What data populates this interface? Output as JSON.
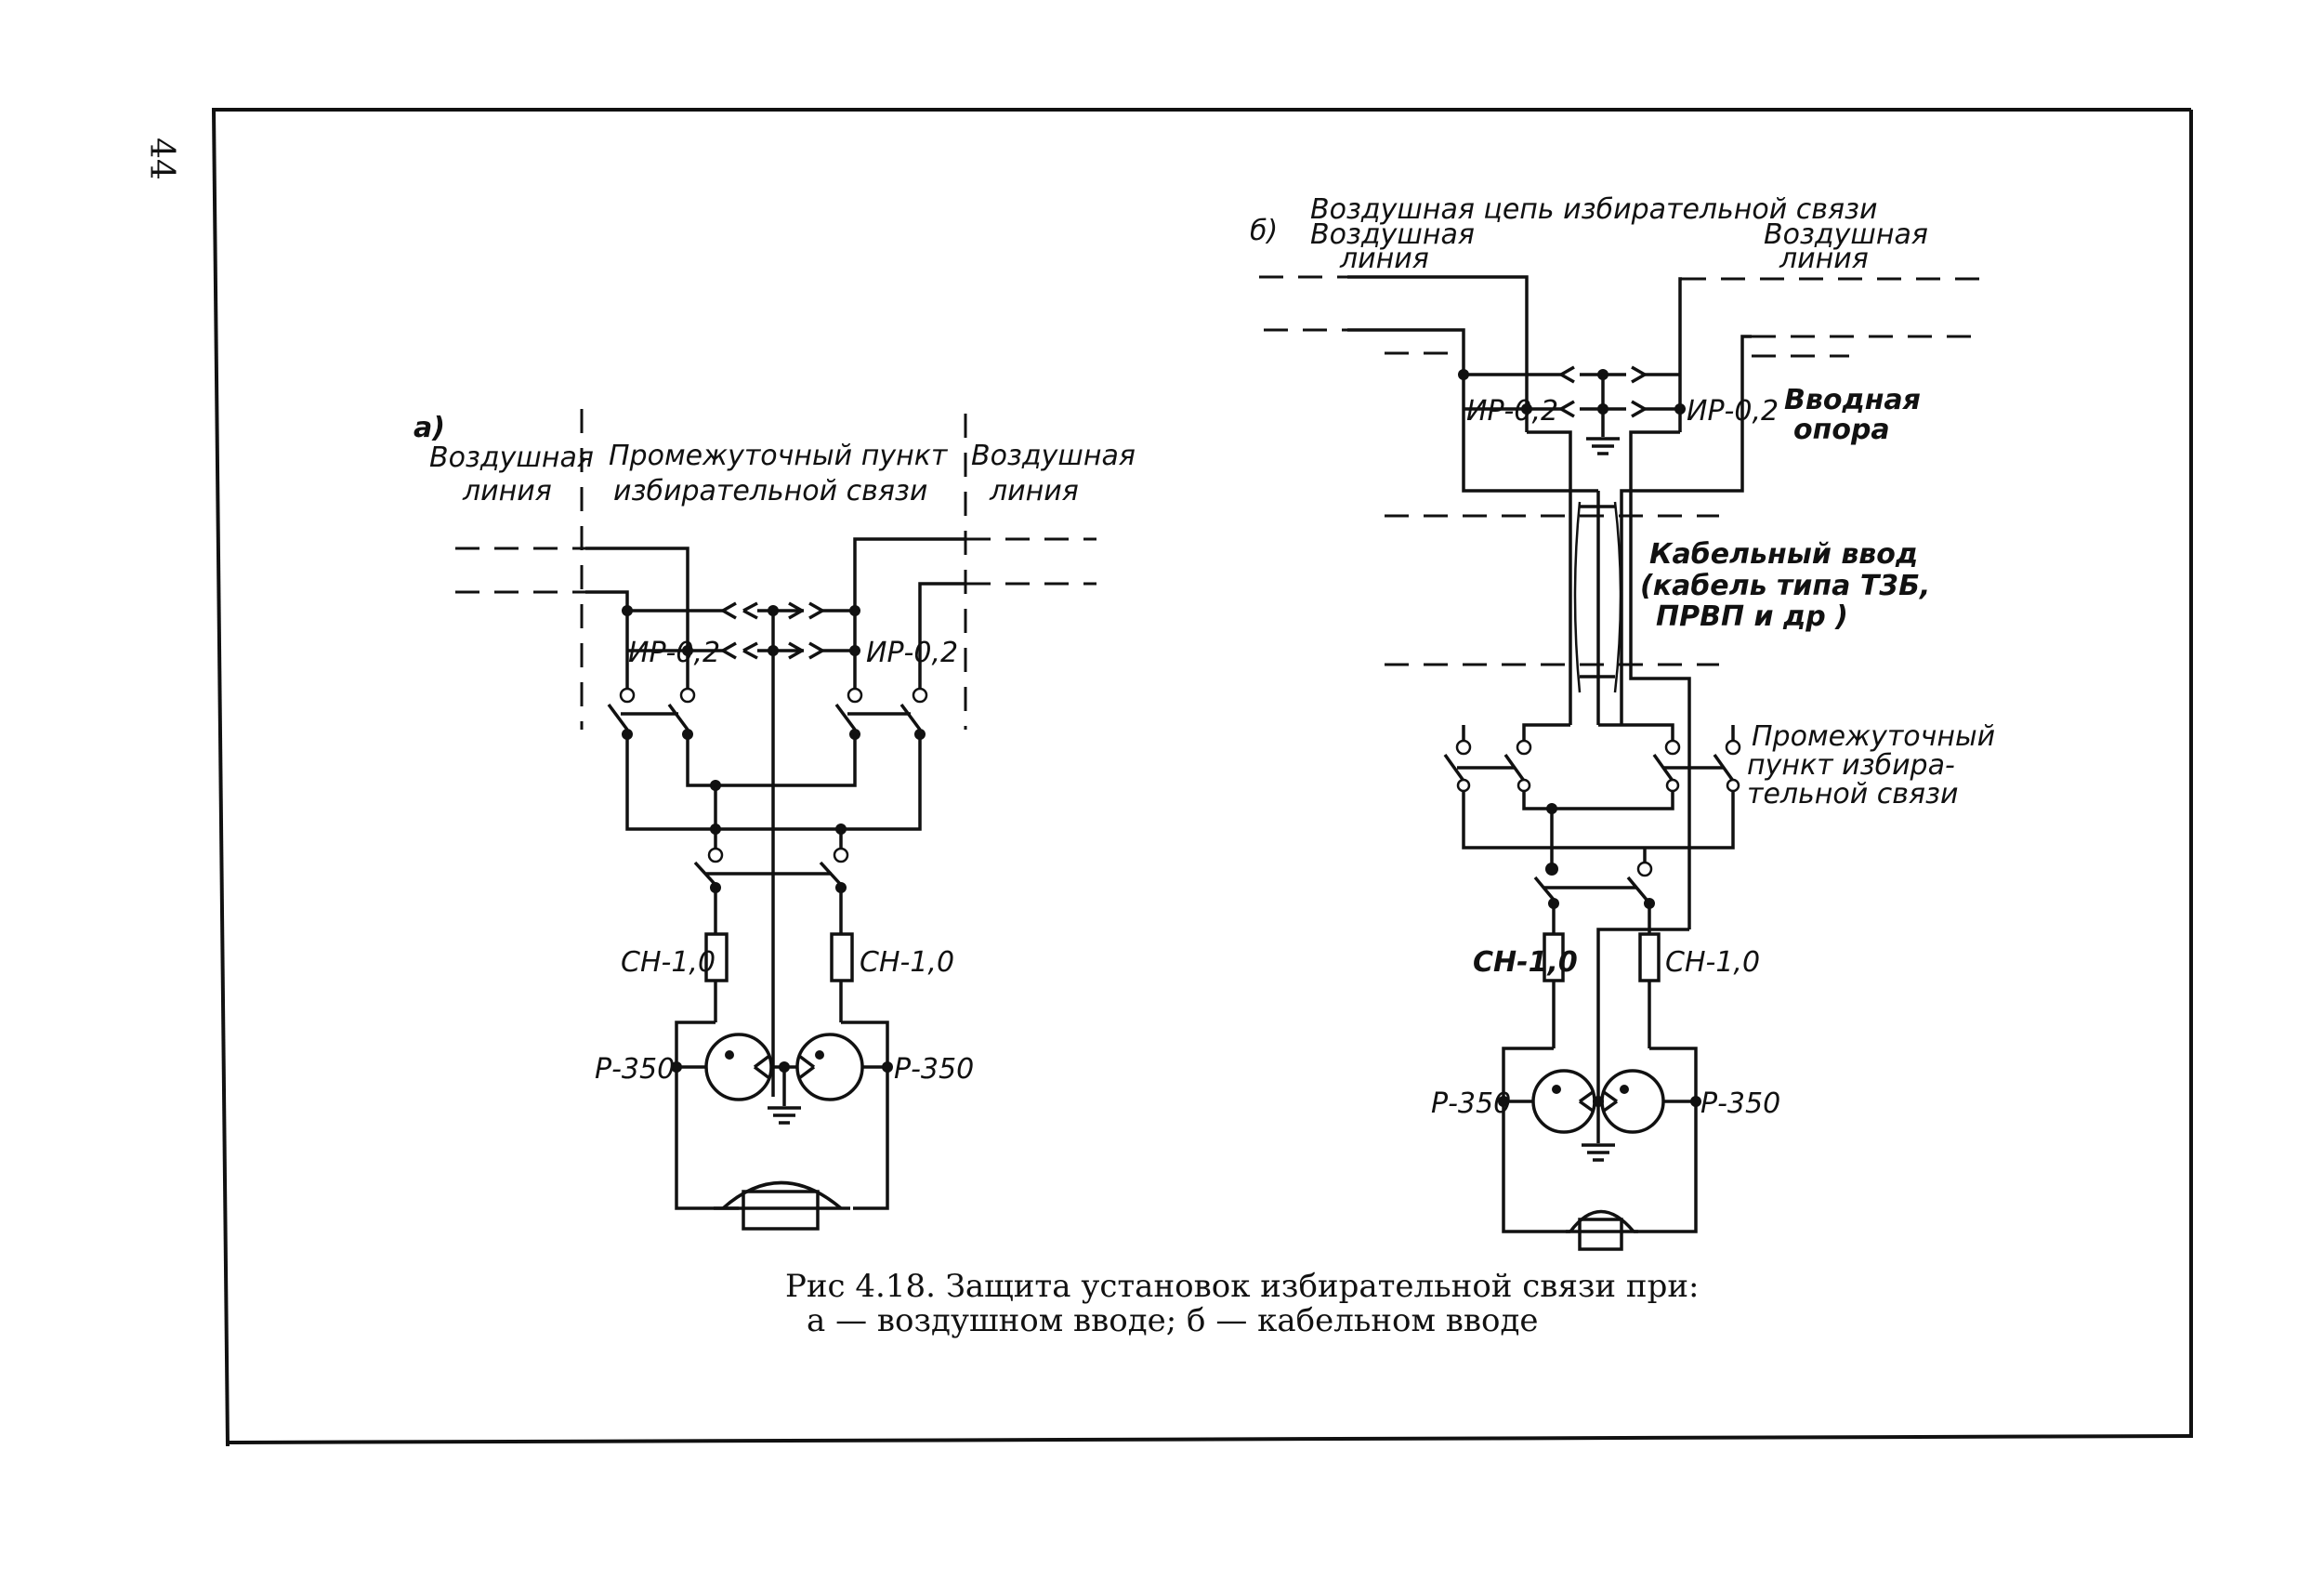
{
  "page_number": "44",
  "caption": {
    "line1": "Рис 4.18. Защита установок избирательной связи при:",
    "line2": "а — воздушном вводе; б — кабельном вводе"
  },
  "diagram_a": {
    "marker": "а)",
    "air_line_left": [
      "Воздушная",
      "линия"
    ],
    "intermediate_point": [
      "Промежуточный пункт",
      "избирательной связи"
    ],
    "air_line_right": [
      "Воздушная",
      "линия"
    ],
    "arrester_left": "ИР-0,2",
    "arrester_right": "ИР-0,2",
    "fuse_left": "СН-1,0",
    "fuse_right": "СН-1,0",
    "relay_left": "Р-350",
    "relay_right": "Р-350"
  },
  "diagram_b": {
    "marker": "б)",
    "overhead_circuit": "Воздушная цепь избирательной связи",
    "air_line_left": [
      "Воздушная",
      "линия"
    ],
    "air_line_right": [
      "Воздушная",
      "линия"
    ],
    "arrester_left": "ИР-0,2",
    "arrester_right": "ИР-0,2",
    "input_pole": [
      "Вводная",
      "опора"
    ],
    "cable_input": [
      "Кабельный ввод",
      "(кабель типа Т3Б,",
      "ПРВП и др )"
    ],
    "intermediate_point": [
      "Промежуточный",
      "пункт избира-",
      "тельной связи"
    ],
    "fuse_left": "СН-1,0",
    "fuse_right": "СН-1,0",
    "relay_left": "Р-350",
    "relay_right": "Р-350"
  }
}
